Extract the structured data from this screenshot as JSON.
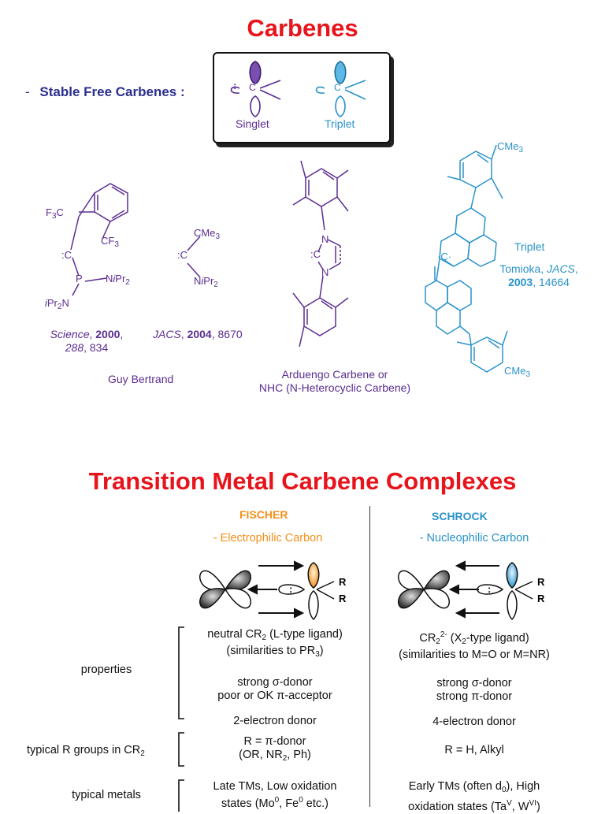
{
  "title": "Carbenes",
  "stable_label_dash": "-",
  "stable_label": "Stable Free Carbenes :",
  "singlet_label": "Singlet",
  "triplet_label": "Triplet",
  "atoms": {
    "c": "C",
    "lone_pair": ":",
    "cf3_top_pre": "F",
    "cf3_top_sub": "3",
    "cf3_top_post": "C",
    "cf3_right_pre": "CF",
    "cf3_right_sub": "3",
    "p": "P",
    "nipr2_a": "N",
    "nipr2_i": "i",
    "nipr2_pr": "Pr",
    "nipr2_sub": "2",
    "ipr2n_i": "i",
    "ipr2n_pr": "Pr",
    "ipr2n_sub": "2",
    "ipr2n_n": "N",
    "cme3_pre": "CMe",
    "cme3_sub": "3",
    "n": "N",
    "dots_c": ":C",
    "c_dot": "·C·"
  },
  "refs": {
    "science_journal": "Science",
    "science_year": "2000",
    "science_vol": "288",
    "science_page": ", 834",
    "jacs_journal": "JACS",
    "jacs_year": "2004",
    "jacs_page": ", 8670",
    "tomioka_pre": "Tomioka, ",
    "tomioka_journal": "JACS",
    "tomioka_year": "2003",
    "tomioka_page": ", 14664",
    "triplet_right": "Triplet"
  },
  "authors": {
    "bertrand": "Guy Bertrand",
    "arduengo_line1": "Arduengo Carbene or",
    "arduengo_line2": "NHC (N-Heterocyclic Carbene)"
  },
  "section2_title": "Transition Metal Carbene Complexes",
  "fischer": {
    "header": "FISCHER",
    "subtitle": "- Electrophilic Carbon",
    "r1": "R",
    "r2": "R",
    "prop_line1_pre": "neutral CR",
    "prop_line1_sub": "2",
    "prop_line1_post": " (L-type ligand)",
    "prop_line2_pre": "(similarities to PR",
    "prop_line2_sub": "3",
    "prop_line2_post": ")",
    "prop_line3": "strong σ-donor",
    "prop_line4": "poor or OK π-acceptor",
    "prop_line5": "2-electron donor",
    "rgroups_line1": "R = π-donor",
    "rgroups_line2_pre": "(OR, NR",
    "rgroups_line2_sub": "2",
    "rgroups_line2_post": ", Ph)",
    "metals_line1": "Late TMs, Low oxidation",
    "metals_line2_pre": "states (Mo",
    "metals_line2_sup1": "0",
    "metals_line2_mid": ", Fe",
    "metals_line2_sup2": "0",
    "metals_line2_post": " etc.)"
  },
  "schrock": {
    "header": "SCHROCK",
    "subtitle": "- Nucleophilic Carbon",
    "r1": "R",
    "r2": "R",
    "prop_line1_pre": "CR",
    "prop_line1_sub": "2",
    "prop_line1_sup": "2-",
    "prop_line1_mid": " (X",
    "prop_line1_sub2": "2",
    "prop_line1_post": "-type ligand)",
    "prop_line2": "(similarities to M=O or M=NR)",
    "prop_line3": "strong σ-donor",
    "prop_line4": "strong π-donor",
    "prop_line5": "4-electron donor",
    "rgroups": "R = H, Alkyl",
    "metals_line1_pre": "Early TMs (often d",
    "metals_line1_sub": "0",
    "metals_line1_post": "), High",
    "metals_line2_pre": "oxidation states (Ta",
    "metals_line2_sup1": "V",
    "metals_line2_mid": ", W",
    "metals_line2_sup2": "VI",
    "metals_line2_post": ")"
  },
  "rows": {
    "properties": "properties",
    "rgroups_pre": "typical R groups in CR",
    "rgroups_sub": "2",
    "metals": "typical metals"
  },
  "colors": {
    "title_red": "#e8141b",
    "purple": "#5b2d91",
    "blue": "#2a93c9",
    "navy": "#2b2f8f",
    "orange": "#f39019"
  }
}
